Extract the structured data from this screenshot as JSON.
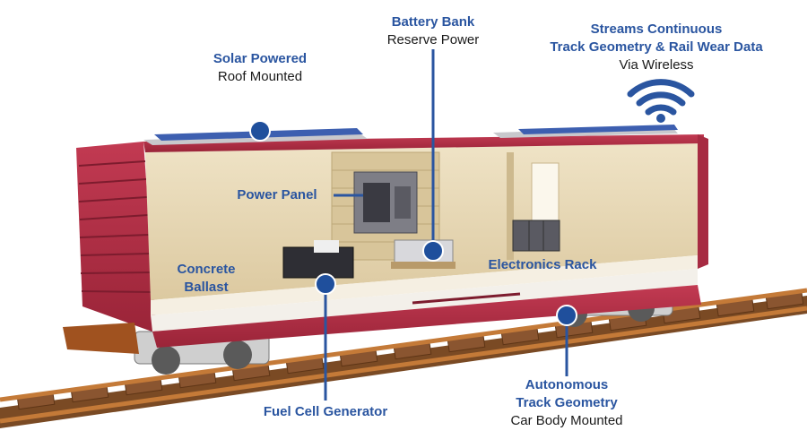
{
  "callouts": {
    "solar": {
      "title": "Solar Powered",
      "subtitle": "Roof Mounted"
    },
    "battery": {
      "title": "Battery Bank",
      "subtitle": "Reserve Power"
    },
    "streams": {
      "title_line1": "Streams Continuous",
      "title_line2": "Track Geometry & Rail Wear Data",
      "subtitle": "Via Wireless"
    },
    "power_panel": {
      "title": "Power Panel"
    },
    "concrete": {
      "title_line1": "Concrete",
      "title_line2": "Ballast"
    },
    "electronics": {
      "title": "Electronics Rack"
    },
    "fuel_cell": {
      "title": "Fuel Cell Generator"
    },
    "autonomous": {
      "title_line1": "Autonomous",
      "title_line2": "Track Geometry",
      "subtitle": "Car Body Mounted"
    }
  },
  "icons": {
    "wireless": "wifi-icon",
    "callout_marker": "dot-icon"
  },
  "colors": {
    "callout_blue": "#2a55a0",
    "car_red": "#b8334a",
    "interior": "#e8d9b5",
    "rail": "#b86a2a"
  }
}
